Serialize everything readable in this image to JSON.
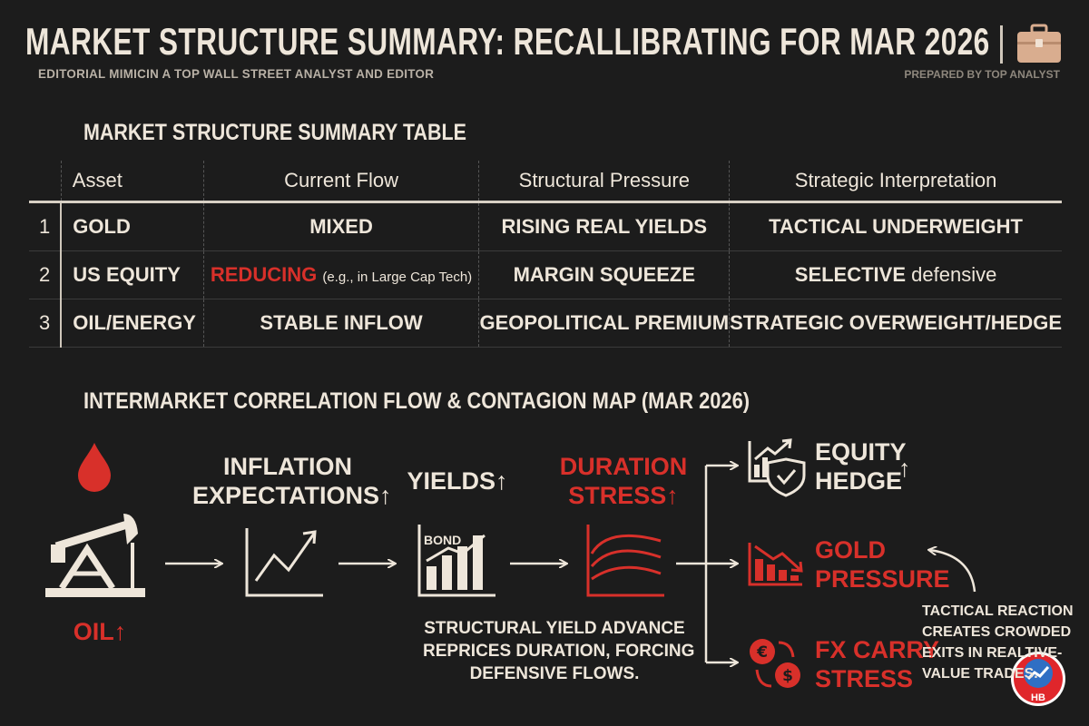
{
  "header": {
    "title": "MARKET STRUCTURE SUMMARY: RECALLIBRATING FOR MAR 2026",
    "subtitle": "EDITORIAL MIMICIN A TOP WALL STREET ANALYST AND EDITOR",
    "prepared_by": "PREPARED BY TOP ANALYST"
  },
  "table": {
    "heading": "MARKET STRUCTURE SUMMARY TABLE",
    "columns": [
      "Asset",
      "Current Flow",
      "Structural Pressure",
      "Strategic Interpretation"
    ],
    "rows": [
      {
        "num": "1",
        "asset": "GOLD",
        "flow": "MIXED",
        "flow_note": "",
        "pressure": "RISING REAL YIELDS",
        "interp": "TACTICAL UNDERWEIGHT",
        "interp_note": ""
      },
      {
        "num": "2",
        "asset": "US EQUITY",
        "flow": "REDUCING",
        "flow_note": "(e.g., in Large Cap Tech)",
        "pressure": "MARGIN SQUEEZE",
        "interp": "SELECTIVE",
        "interp_note": "defensive"
      },
      {
        "num": "3",
        "asset": "OIL/ENERGY",
        "flow": "STABLE INFLOW",
        "flow_note": "",
        "pressure": "GEOPOLITICAL PREMIUM",
        "interp": "STRATEGIC OVERWEIGHT/HEDGE",
        "interp_note": ""
      }
    ],
    "colors": {
      "highlight": "#d8302a"
    }
  },
  "map": {
    "heading": "INTERMARKET CORRELATION FLOW & CONTAGION MAP (MAR 2026)",
    "oil_label": "OIL",
    "inflation_line1": "INFLATION",
    "inflation_line2": "EXPECTATIONS",
    "yields_label": "YIELDS",
    "bond_label": "BOND",
    "duration_line1": "DURATION",
    "duration_line2": "STRESS",
    "equity_line1": "EQUITY",
    "equity_line2": "HEDGE",
    "gold_line1": "GOLD",
    "gold_line2": "PRESSURE",
    "fx_line1": "FX CARRY",
    "fx_line2": "STRESS",
    "up_arrow": "↑",
    "caption_line1": "STRUCTURAL YIELD ADVANCE",
    "caption_line2": "REPRICES DURATION, FORCING",
    "caption_line3": "DEFENSIVE FLOWS.",
    "note_line1": "TACTICAL REACTION",
    "note_line2": "CREATES CROWDED",
    "note_line3": "EXITS IN REALTIVE-",
    "note_line4": "VALUE TRADES.",
    "colors": {
      "cream": "#eee6da",
      "red": "#d8302a",
      "background": "#1c1c1c"
    }
  },
  "badge": {
    "text": "HB"
  }
}
